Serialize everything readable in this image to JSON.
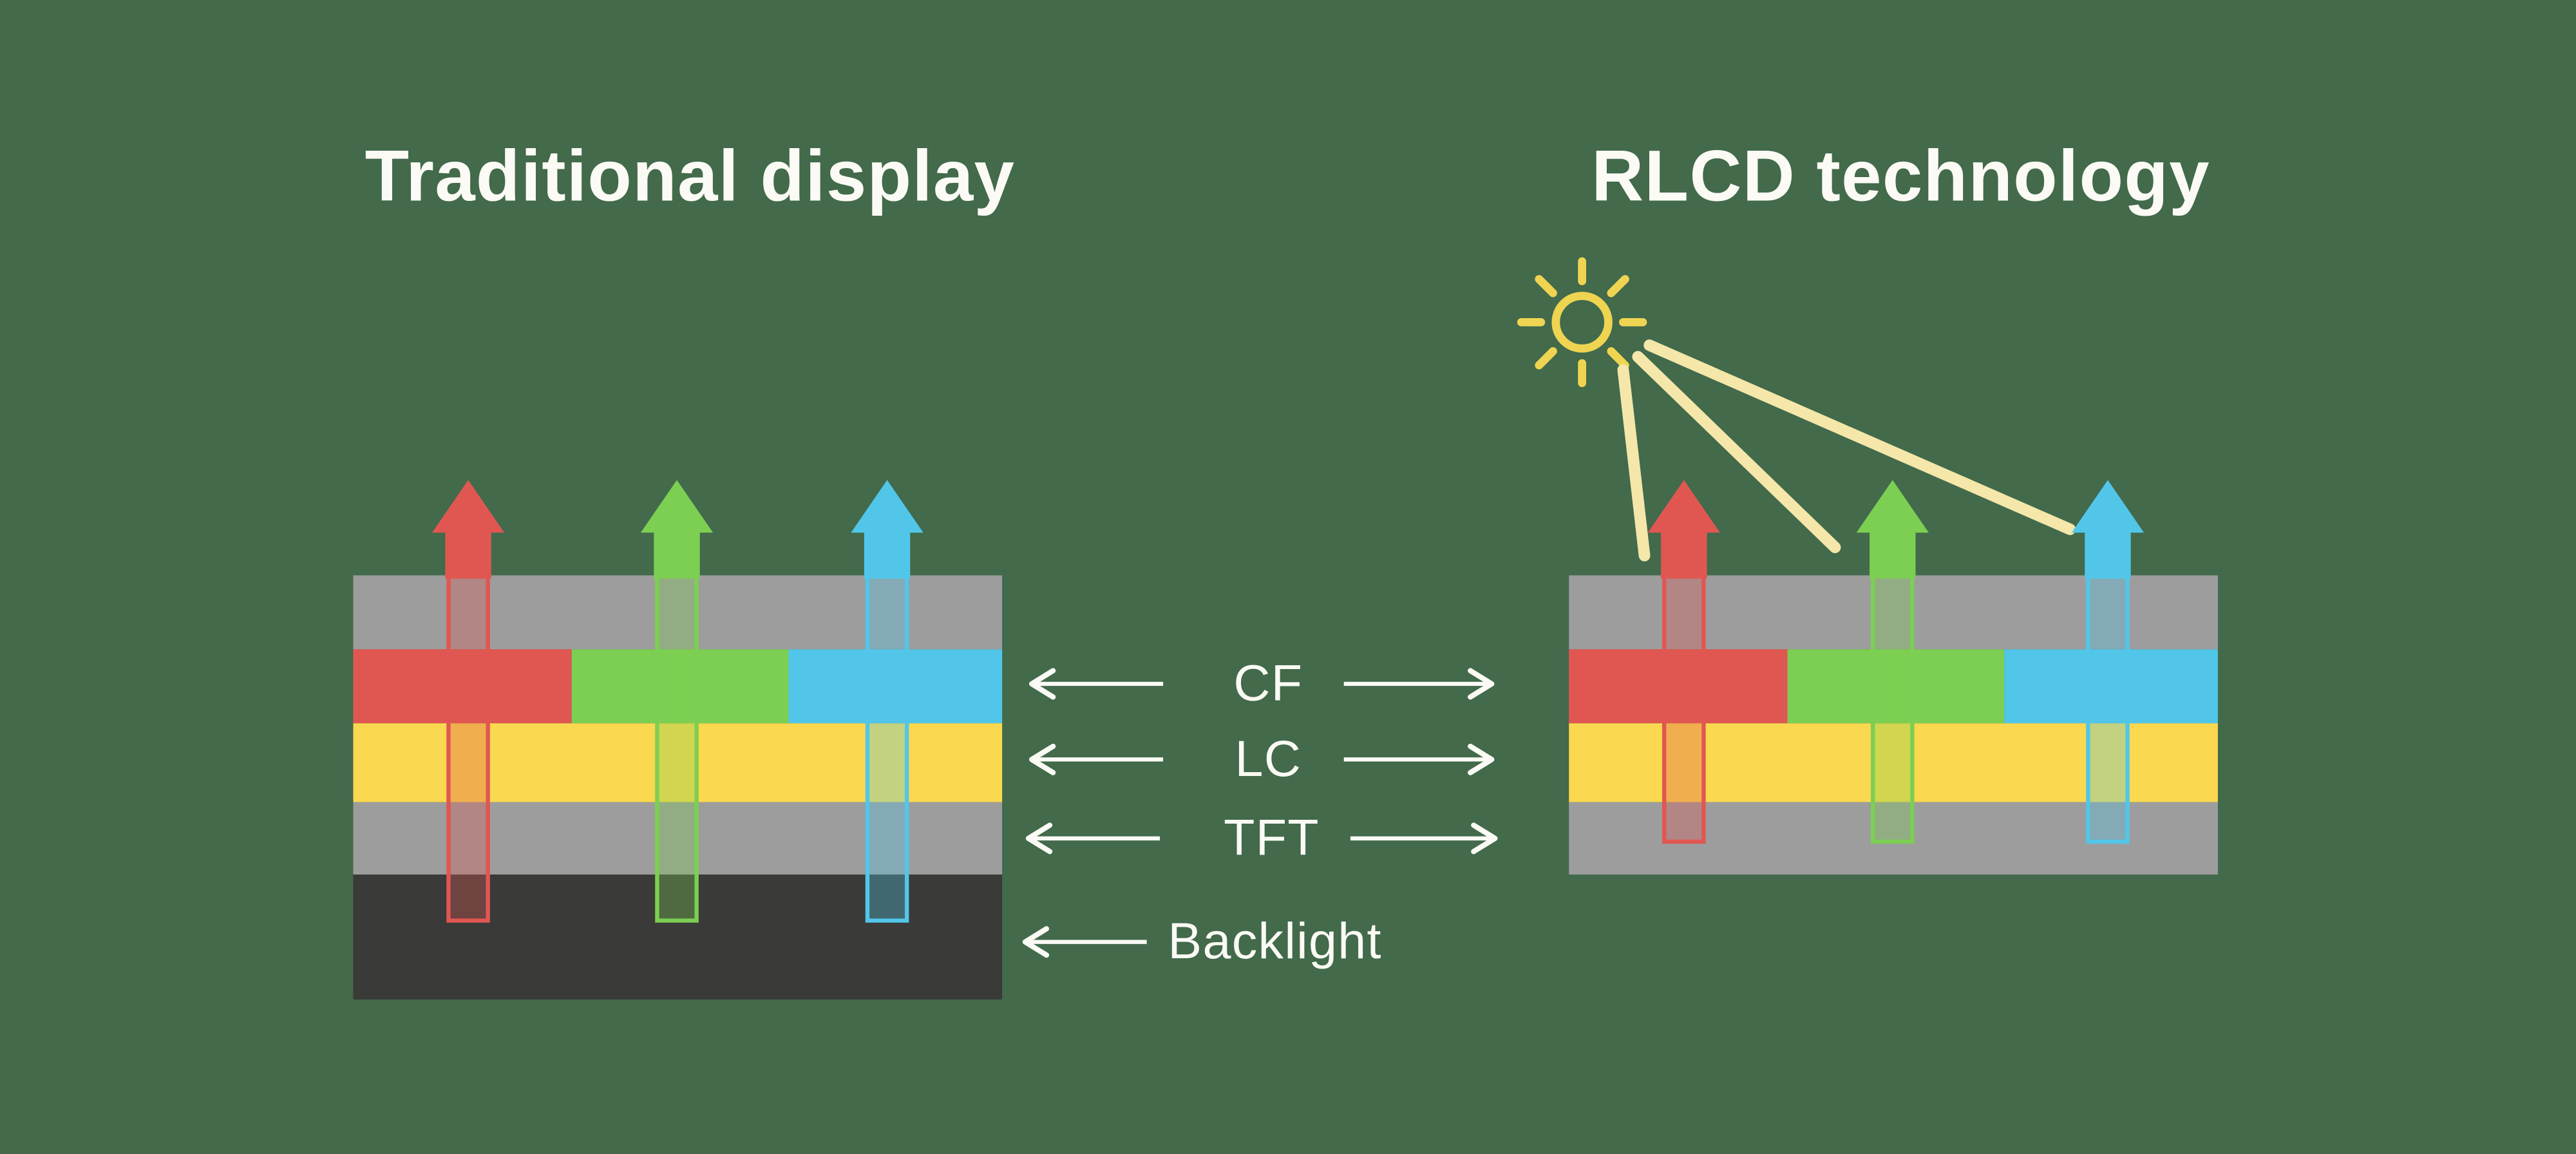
{
  "titles": {
    "left": "Traditional display",
    "right": "RLCD technology"
  },
  "annotations": {
    "rows": [
      {
        "label": "CF"
      },
      {
        "label": "LC"
      },
      {
        "label": "TFT"
      },
      {
        "label": "Backlight"
      }
    ]
  },
  "colors": {
    "background": "#426a4b",
    "text": "#fbfaf4",
    "layer_gray": "#9d9d9d",
    "layer_red": "#e05752",
    "layer_green": "#7ccf52",
    "layer_cyan": "#52c6e9",
    "layer_yellow": "#fad84f",
    "backlight_dark": "#3a3a38",
    "arrow_red": "#e05752",
    "arrow_green": "#7ccf52",
    "arrow_cyan": "#52c6e9",
    "sun": "#efd452",
    "beam": "#f4e7a9"
  }
}
